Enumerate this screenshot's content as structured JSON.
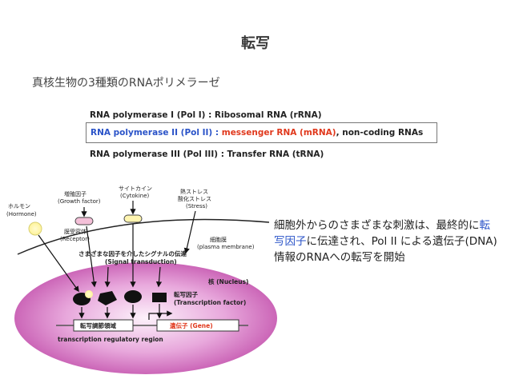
{
  "title": "転写",
  "subtitle": "真核生物の3種類のRNAポリメラーゼ",
  "pol1": "RNA polymerase I (Pol I) :  Ribosomal RNA (rRNA)",
  "pol2": {
    "name": "RNA polymerase II (Pol II)",
    "colon": " :  ",
    "mrna": "messenger RNA (mRNA)",
    "rest": ", non-coding RNAs"
  },
  "pol3": "RNA polymerase III (Pol III) :  Transfer RNA (tRNA)",
  "description": {
    "part1": "細胞外からのさまざまな刺激は、最終的に",
    "highlight": "転写因子",
    "part2": "に伝達され、Pol II による遺伝子(DNA)情報のRNAへの転写を開始"
  },
  "diagram": {
    "hormone_jp": "ホルモン",
    "hormone_en": "(Hormone)",
    "growth_jp": "増殖因子",
    "growth_en": "(Growth factor)",
    "cytokine_jp": "サイトカイン",
    "cytokine_en": "(Cytokine)",
    "stress_jp1": "熱ストレス",
    "stress_jp2": "酸化ストレス",
    "stress_en": "(Stress)",
    "receptor_jp": "膜受容体",
    "receptor_en": "(Receptor)",
    "membrane_jp": "細胞膜",
    "membrane_en": "(plasma membrane)",
    "signal_jp": "さまざまな因子を介したシグナルの伝達",
    "signal_en": "(Signal transduction)",
    "nucleus": "核 (Nucleus)",
    "tf_jp": "転写因子",
    "tf_en": "(Transcription factor)",
    "regulatory_jp": "転写調節領域",
    "gene": "遺伝子 (Gene)",
    "regulatory_en": "transcription regulatory region"
  }
}
